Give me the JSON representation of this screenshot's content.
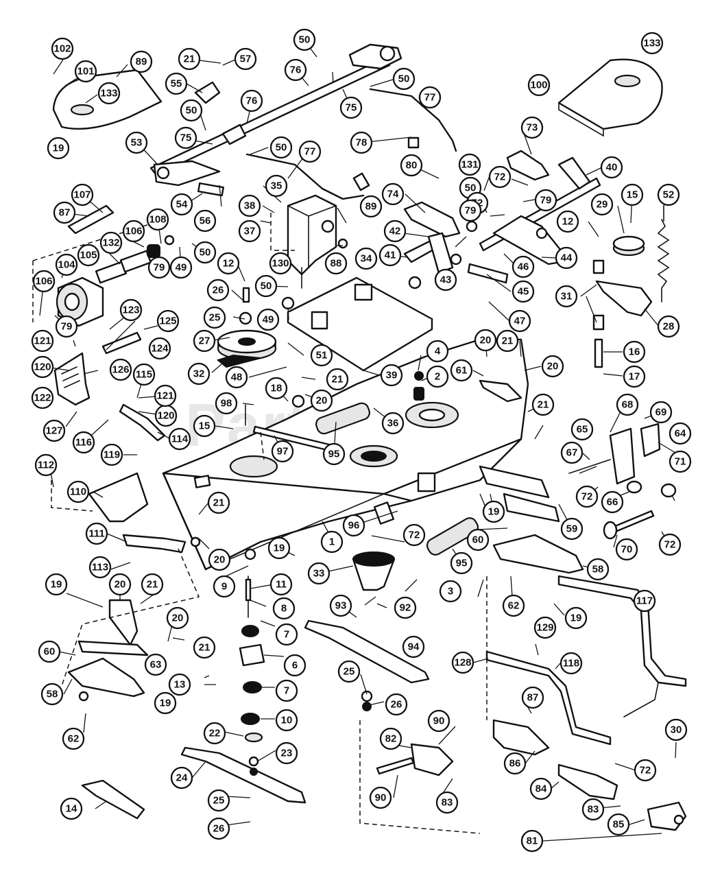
{
  "watermark": "PartsTree",
  "callout_labels": [
    "1",
    "2",
    "3",
    "4",
    "6",
    "7",
    "7",
    "8",
    "9",
    "10",
    "11",
    "12",
    "12",
    "13",
    "14",
    "15",
    "15",
    "16",
    "17",
    "18",
    "19",
    "19",
    "19",
    "19",
    "19",
    "19",
    "20",
    "20",
    "20",
    "20",
    "20",
    "20",
    "21",
    "21",
    "21",
    "21",
    "21",
    "21",
    "21",
    "22",
    "23",
    "24",
    "25",
    "25",
    "25",
    "26",
    "26",
    "26",
    "27",
    "28",
    "29",
    "30",
    "31",
    "32",
    "33",
    "34",
    "35",
    "36",
    "37",
    "38",
    "39",
    "40",
    "41",
    "42",
    "43",
    "44",
    "45",
    "46",
    "47",
    "48",
    "49",
    "49",
    "50",
    "50",
    "50",
    "50",
    "50",
    "50",
    "50",
    "51",
    "52",
    "53",
    "54",
    "55",
    "56",
    "57",
    "58",
    "58",
    "59",
    "60",
    "60",
    "61",
    "62",
    "62",
    "63",
    "64",
    "65",
    "66",
    "67",
    "68",
    "69",
    "70",
    "71",
    "72",
    "72",
    "72",
    "72",
    "72",
    "72",
    "73",
    "74",
    "75",
    "75",
    "76",
    "76",
    "77",
    "77",
    "78",
    "79",
    "79",
    "79",
    "79",
    "80",
    "81",
    "82",
    "83",
    "83",
    "84",
    "85",
    "86",
    "87",
    "87",
    "88",
    "89",
    "89",
    "90",
    "90",
    "92",
    "93",
    "94",
    "95",
    "95",
    "96",
    "97",
    "98",
    "100",
    "101",
    "102",
    "104",
    "105",
    "106",
    "106",
    "107",
    "108",
    "110",
    "111",
    "112",
    "113",
    "114",
    "115",
    "116",
    "117",
    "118",
    "119",
    "120",
    "120",
    "121",
    "121",
    "122",
    "123",
    "124",
    "125",
    "126",
    "127",
    "128",
    "129",
    "130",
    "131",
    "132",
    "133",
    "133"
  ]
}
